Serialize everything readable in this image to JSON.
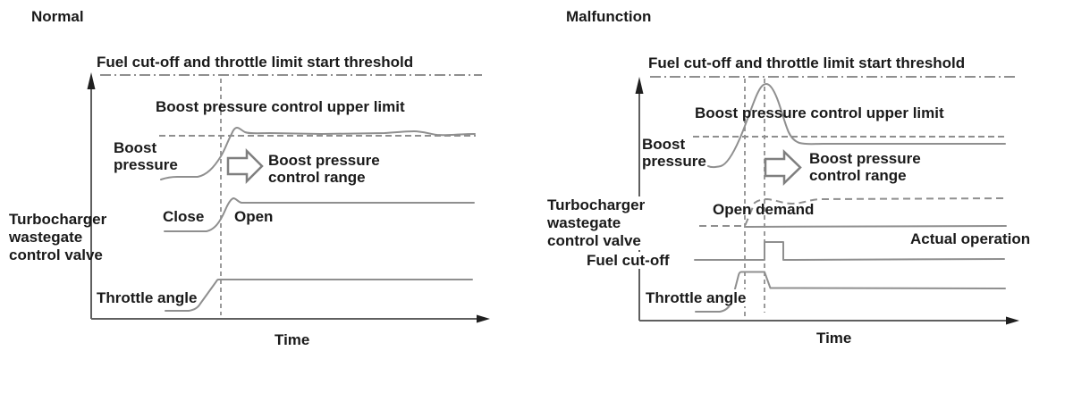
{
  "colors": {
    "background": "#ffffff",
    "text": "#1a1a1a",
    "trace_gray": "#8f8f8f",
    "axis_gray": "#5f5f5f",
    "arrowhead_black": "#1f1f1f"
  },
  "panels": {
    "normal": {
      "title": "Normal",
      "threshold_label": "Fuel cut-off and throttle limit start threshold",
      "upper_limit_label": "Boost pressure control upper limit",
      "boost_label_line1": "Boost",
      "boost_label_line2": "pressure",
      "range_label_line1": "Boost pressure",
      "range_label_line2": "control range",
      "valve_label_line1": "Turbocharger",
      "valve_label_line2": "wastegate",
      "valve_label_line3": "control valve",
      "close_label": "Close",
      "open_label": "Open",
      "throttle_label": "Throttle angle",
      "time_label": "Time"
    },
    "malfunction": {
      "title": "Malfunction",
      "threshold_label": "Fuel cut-off and throttle limit start threshold",
      "upper_limit_label": "Boost pressure control upper limit",
      "boost_label_line1": "Boost",
      "boost_label_line2": "pressure",
      "range_label_line1": "Boost pressure",
      "range_label_line2": "control range",
      "valve_label_line1": "Turbocharger",
      "valve_label_line2": "wastegate",
      "valve_label_line3": "control valve",
      "open_demand_label": "Open demand",
      "actual_operation_label": "Actual operation",
      "fuel_cutoff_label": "Fuel cut-off",
      "throttle_label": "Throttle angle",
      "time_label": "Time"
    }
  }
}
